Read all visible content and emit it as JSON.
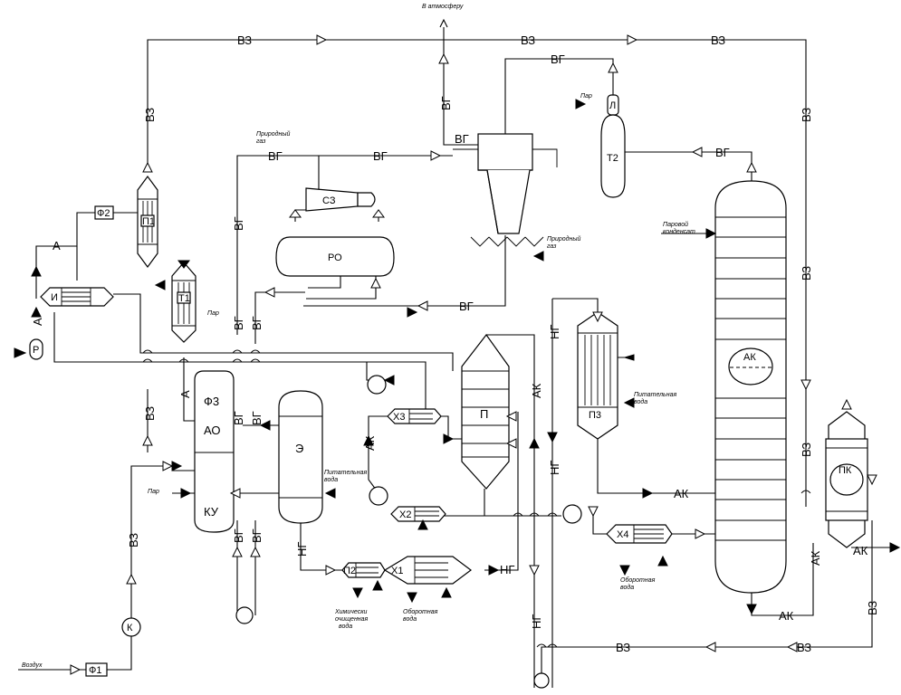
{
  "streams": {
    "vz": "ВЗ",
    "vg": "ВГ",
    "ng": "НГ",
    "ak": "АК",
    "a": "А"
  },
  "notes": {
    "to_atmosphere": "В атмосферу",
    "natural_gas_1": "Природный",
    "natural_gas_2": "газ",
    "steam": "Пар",
    "steam_condensate_1": "Паровой",
    "steam_condensate_2": "конденсат",
    "feed_water_1": "Питательная",
    "feed_water_2": "вода",
    "cooling_water_1": "Оборотная",
    "cooling_water_2": "вода",
    "chem_water_1": "Химически",
    "chem_water_2": "очищенная",
    "chem_water_3": "вода",
    "air": "Воздух"
  },
  "equipment": {
    "f1": "Ф1",
    "f2": "Ф2",
    "f3": "Ф3",
    "p1": "П1",
    "t1": "Т1",
    "t2": "Т2",
    "i": "И",
    "r": "Р",
    "k": "К",
    "ao": "АО",
    "ku": "КУ",
    "e": "Э",
    "ro": "РО",
    "sz": "СЗ",
    "p": "П",
    "p2": "П2",
    "p3": "П3",
    "x1": "Х1",
    "x2": "Х2",
    "x3": "Х3",
    "x4": "Х4",
    "ak": "АК",
    "pk": "ПК",
    "l": "Л"
  }
}
